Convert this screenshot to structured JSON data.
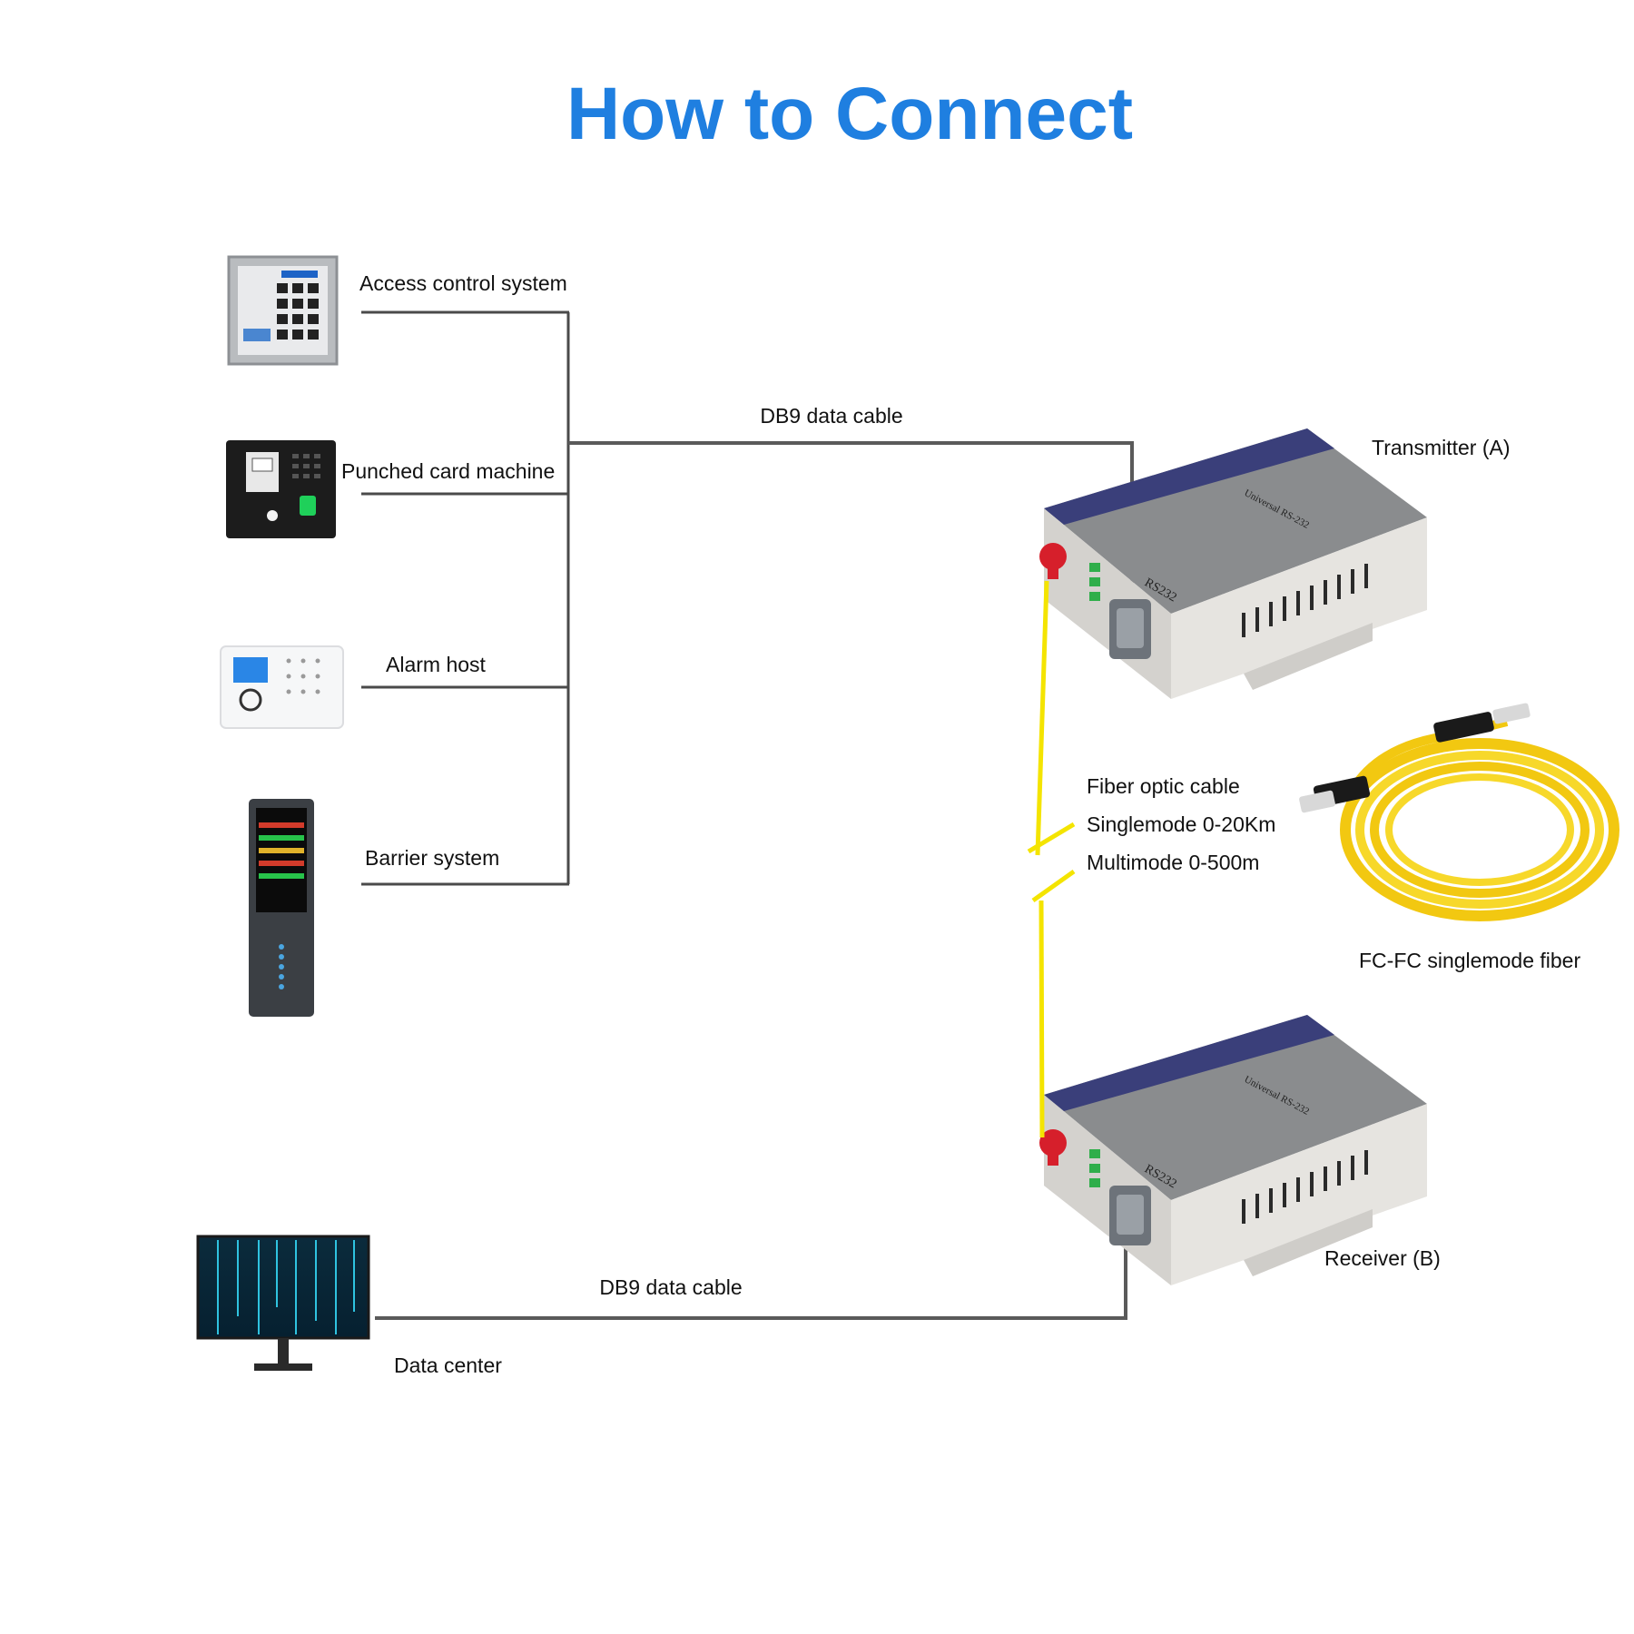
{
  "title": "How to Connect",
  "devices": {
    "access_control": "Access control system",
    "punched_card": "Punched card machine",
    "alarm_host": "Alarm host",
    "barrier": "Barrier system",
    "data_center": "Data center"
  },
  "cables": {
    "db9_top": "DB9 data cable",
    "db9_bottom": "DB9 data cable",
    "fiber_title": "Fiber optic cable",
    "singlemode": "Singlemode 0-20Km",
    "multimode": "Multimode 0-500m",
    "fc_fc": "FC-FC singlemode fiber"
  },
  "converters": {
    "transmitter": "Transmitter (A)",
    "receiver": "Receiver (B)",
    "port_label": "RS232",
    "brand_text": "Universal  RS-232"
  },
  "colors": {
    "title": "#1f7fe0",
    "fiber": "#f4e400",
    "wire": "#4a4a4a",
    "converter_body": "#e6e4e0",
    "converter_top": "#8a8c8e",
    "converter_band": "#3a3f7a"
  },
  "icons": [
    "keypad-icon",
    "card-reader-icon",
    "alarm-panel-icon",
    "barrier-display-icon",
    "monitor-icon",
    "fiber-coil-icon"
  ]
}
